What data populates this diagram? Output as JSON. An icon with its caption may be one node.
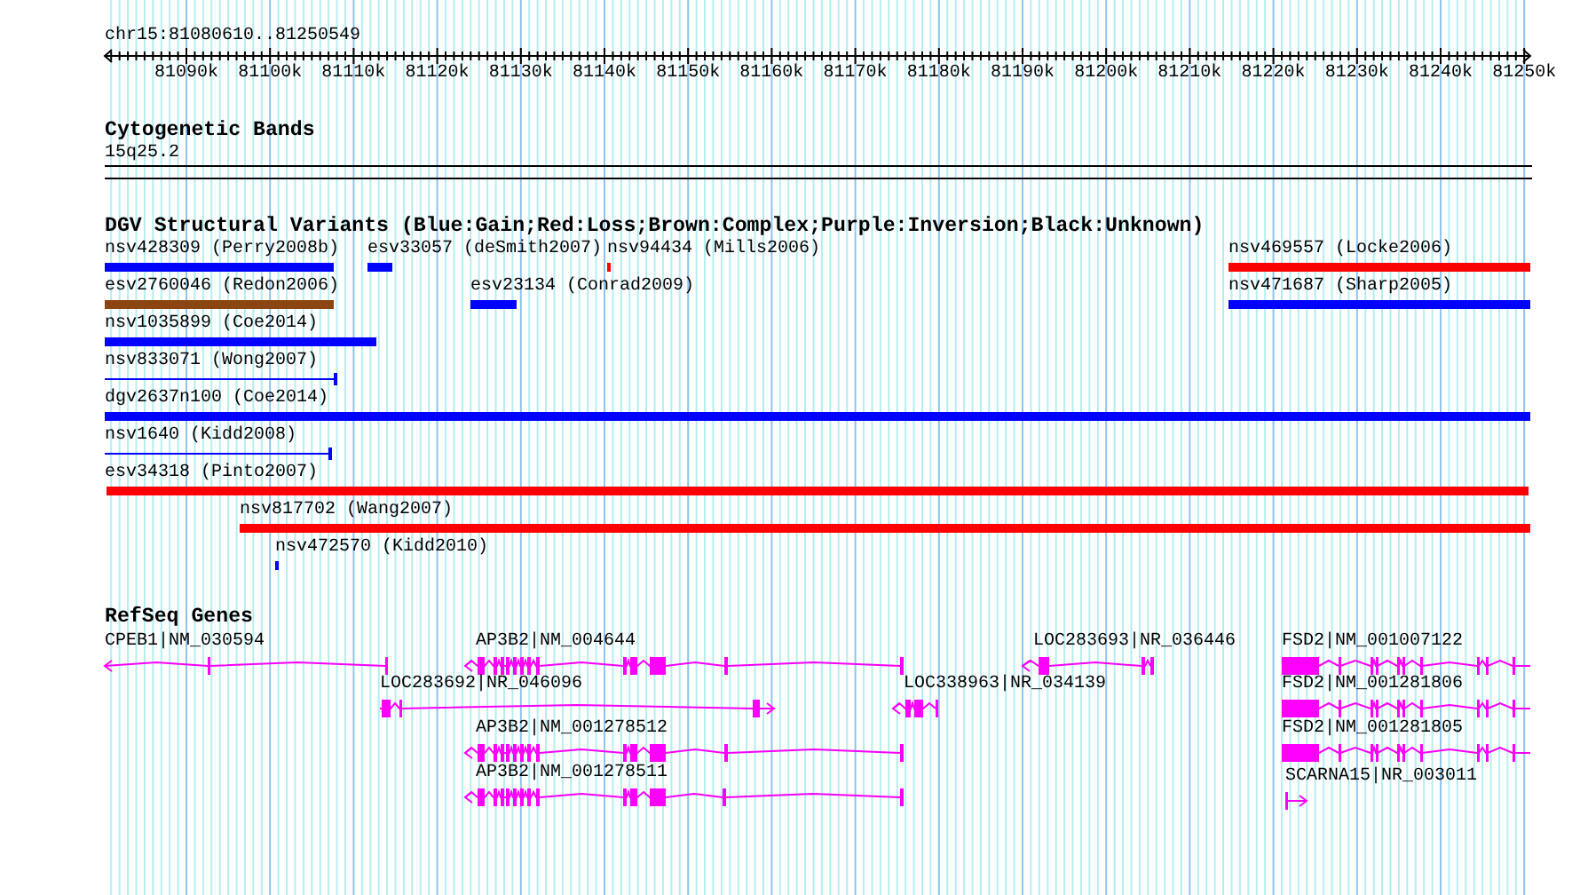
{
  "diagram": {
    "nodes": [
      {
        "text": [
          "nsv428309 (Perry2008b)"
        ]
      },
      {
        "text": [
          "esv33057 (deSmith2007)"
        ]
      },
      {
        "text": [
          "nsv94434 (Mills2006)"
        ]
      },
      {
        "text": [
          "nsv469557 (Locke2006)"
        ]
      },
      {
        "text": [
          "esv2760046 (Redon2006)"
        ]
      },
      {
        "text": [
          "esv23134 (Conrad2009)"
        ]
      },
      {
        "text": [
          "nsv471687 (Sharp2005)"
        ]
      },
      {
        "text": [
          "nsv1035899 (Coe2014)"
        ]
      },
      {
        "text": [
          "nsv833071 (Wong2007)"
        ]
      },
      {
        "text": [
          "dgv2637n100 (Coe2014)"
        ]
      },
      {
        "text": [
          "nsv1640 (Kidd2008)"
        ]
      },
      {
        "text": [
          "esv34318 (Pinto2007)"
        ]
      },
      {
        "text": [
          "nsv817702 (Wang2007)"
        ]
      },
      {
        "text": [
          "nsv472570 (Kidd2010)"
        ]
      },
      {
        "text": [
          "CPEB1|NM_030594"
        ]
      },
      {
        "text": [
          "AP3B2|NM_004644"
        ]
      },
      {
        "text": [
          "LOC283693|NR_036446"
        ]
      },
      {
        "text": [
          "FSD2|NM_001007122"
        ]
      },
      {
        "text": [
          "LOC283692|NR_046096"
        ]
      },
      {
        "text": [
          "LOC338963|NR_034139"
        ]
      },
      {
        "text": [
          "FSD2|NM_001281806"
        ]
      },
      {
        "text": [
          "AP3B2|NM_001278512"
        ]
      },
      {
        "text": [
          "FSD2|NM_001281805"
        ]
      },
      {
        "text": [
          "AP3B2|NM_001278511"
        ]
      },
      {
        "text": [
          "SCARNA15|NR_003011"
        ]
      }
    ],
    "labels": [
      "chr15:81080610..81250549",
      "81090k",
      "81100k",
      "81110k",
      "81120k",
      "81130k",
      "81140k",
      "81150k",
      "81160k",
      "81170k",
      "81180k",
      "81190k",
      "81200k",
      "81210k",
      "81220k",
      "81230k",
      "81240k",
      "81250k",
      "Cytogenetic Bands",
      "15q25.2",
      "DGV Structural Variants (Blue:Gain;Red:Loss;Brown:Complex;Purple:Inversion;Black:Unknown)",
      "RefSeq Genes"
    ]
  }
}
